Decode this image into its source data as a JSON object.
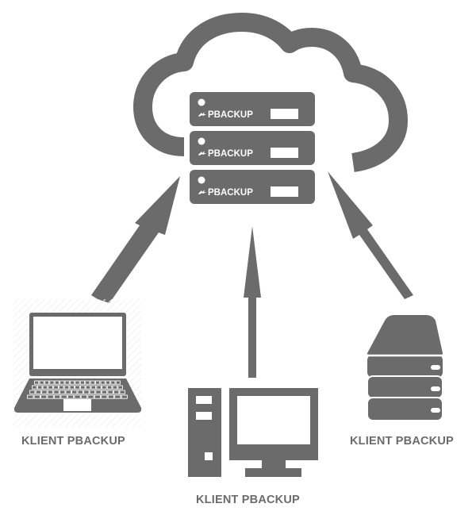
{
  "diagram": {
    "colors": {
      "icon": "#6b6b6b",
      "text": "#6b6b6b",
      "background": "#ffffff",
      "slot": "#ffffff"
    },
    "cloud": {
      "name": "cloud-backup-server",
      "server_units": [
        {
          "label": "PBACKUP"
        },
        {
          "label": "PBACKUP"
        },
        {
          "label": "PBACKUP"
        }
      ]
    },
    "clients": [
      {
        "type": "laptop",
        "label": "KLIENT PBACKUP"
      },
      {
        "type": "desktop",
        "label": "KLIENT PBACKUP"
      },
      {
        "type": "server",
        "label": "KLIENT PBACKUP"
      }
    ],
    "connections": [
      {
        "from": "laptop",
        "to": "cloud",
        "direction": "upward"
      },
      {
        "from": "desktop",
        "to": "cloud",
        "direction": "upward"
      },
      {
        "from": "server",
        "to": "cloud",
        "direction": "upward"
      }
    ]
  }
}
